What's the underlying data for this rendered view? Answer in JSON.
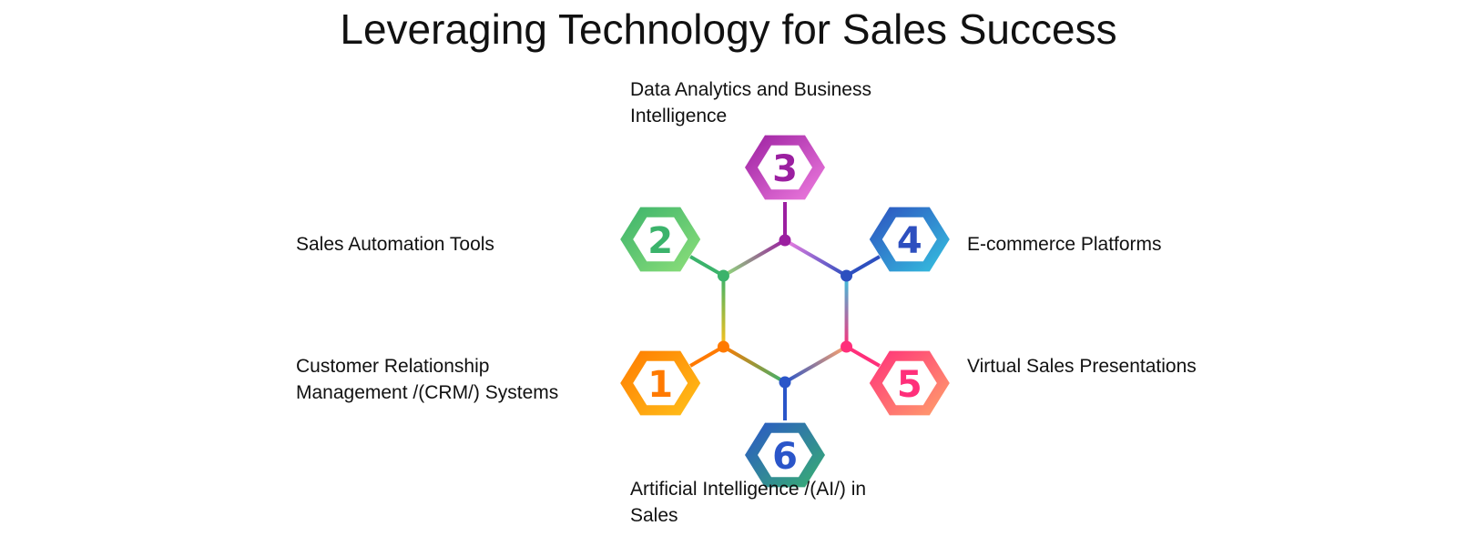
{
  "title": "Leveraging Technology for Sales Success",
  "items": [
    {
      "number": "1",
      "label_lines": [
        "Customer Relationship",
        "Management /(CRM/) Systems"
      ],
      "colors": [
        "#ff7a00",
        "#ffc21a"
      ]
    },
    {
      "number": "2",
      "label_lines": [
        "Sales Automation Tools"
      ],
      "colors": [
        "#3bb36b",
        "#8fe07a"
      ]
    },
    {
      "number": "3",
      "label_lines": [
        "Data Analytics and Business",
        "Intelligence"
      ],
      "colors": [
        "#9b1fa0",
        "#f07ee0"
      ]
    },
    {
      "number": "4",
      "label_lines": [
        "E-commerce Platforms"
      ],
      "colors": [
        "#2d4fbf",
        "#35c4e0"
      ]
    },
    {
      "number": "5",
      "label_lines": [
        "Virtual Sales Presentations"
      ],
      "colors": [
        "#ff2f7a",
        "#ffa36b"
      ]
    },
    {
      "number": "6",
      "label_lines": [
        "Artificial Intelligence /(AI/) in",
        "Sales"
      ],
      "colors": [
        "#2a55c9",
        "#38b26f"
      ]
    }
  ]
}
